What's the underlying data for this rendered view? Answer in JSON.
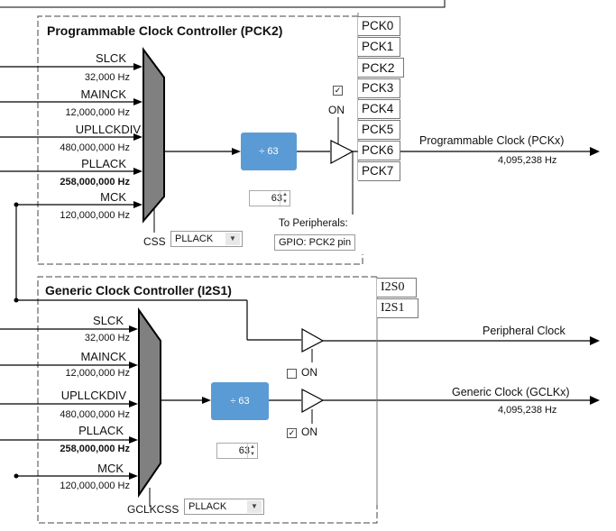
{
  "pck": {
    "title": "Programmable Clock Controller (PCK2)",
    "inputs": [
      {
        "name": "SLCK",
        "freq": "32,000 Hz"
      },
      {
        "name": "MAINCK",
        "freq": "12,000,000 Hz"
      },
      {
        "name": "UPLLCKDIV",
        "freq": "480,000,000 Hz"
      },
      {
        "name": "PLLACK",
        "freq": "258,000,000 Hz"
      },
      {
        "name": "MCK",
        "freq": "120,000,000 Hz"
      }
    ],
    "selected_input": "PLLACK",
    "mux_label": "CSS",
    "mux_value": "PLLACK",
    "divider_label": "÷ 63",
    "prescaler_value": "63",
    "enable_checked": true,
    "enable_label": "ON",
    "tabs": [
      "PCK0",
      "PCK1",
      "PCK2",
      "PCK3",
      "PCK4",
      "PCK5",
      "PCK6",
      "PCK7"
    ],
    "active_tab": "PCK2",
    "output_label": "Programmable Clock (PCKx)",
    "output_freq": "4,095,238 Hz",
    "to_peripherals_label": "To Peripherals:",
    "peripheral_value": "GPIO: PCK2 pin"
  },
  "gclk": {
    "title": "Generic Clock Controller (I2S1)",
    "inputs": [
      {
        "name": "SLCK",
        "freq": "32,000 Hz"
      },
      {
        "name": "MAINCK",
        "freq": "12,000,000 Hz"
      },
      {
        "name": "UPLLCKDIV",
        "freq": "480,000,000 Hz"
      },
      {
        "name": "PLLACK",
        "freq": "258,000,000 Hz"
      },
      {
        "name": "MCK",
        "freq": "120,000,000 Hz"
      }
    ],
    "selected_input": "PLLACK",
    "mux_label": "GCLKCSS",
    "mux_value": "PLLACK",
    "divider_label": "÷ 63",
    "prescaler_value": "63",
    "tabs": [
      "I2S0",
      "I2S1"
    ],
    "active_tab": "I2S1",
    "peripheral_clock_label": "Peripheral Clock",
    "peripheral_clock_enabled": false,
    "peripheral_clock_on_label": "ON",
    "generic_clock_label": "Generic Clock (GCLKx)",
    "generic_clock_freq": "4,095,238 Hz",
    "generic_clock_enabled": true,
    "generic_clock_on_label": "ON"
  },
  "colors": {
    "divider": "#5b9bd5",
    "mux": "#808080",
    "line": "#000000"
  }
}
